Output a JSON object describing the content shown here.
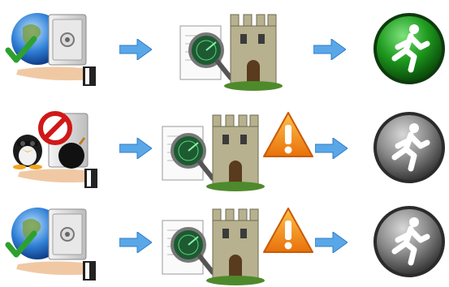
{
  "rows": [
    {
      "source": {
        "icon": "safe-globe-check-icon",
        "status": "ok"
      },
      "warning": false,
      "result": {
        "icon": "runner-icon",
        "color": "#1e9a1e",
        "state": "active"
      }
    },
    {
      "source": {
        "icon": "malware-blocked-icon",
        "status": "blocked"
      },
      "warning": true,
      "result": {
        "icon": "runner-icon",
        "color": "#8a8a8a",
        "state": "inactive"
      }
    },
    {
      "source": {
        "icon": "safe-globe-check-icon",
        "status": "ok"
      },
      "warning": true,
      "result": {
        "icon": "runner-icon",
        "color": "#8a8a8a",
        "state": "inactive"
      }
    }
  ],
  "colors": {
    "arrow": "#5aa7e8",
    "warning": "#f08a12",
    "active": "#1e9a1e",
    "inactive": "#8a8a8a"
  }
}
